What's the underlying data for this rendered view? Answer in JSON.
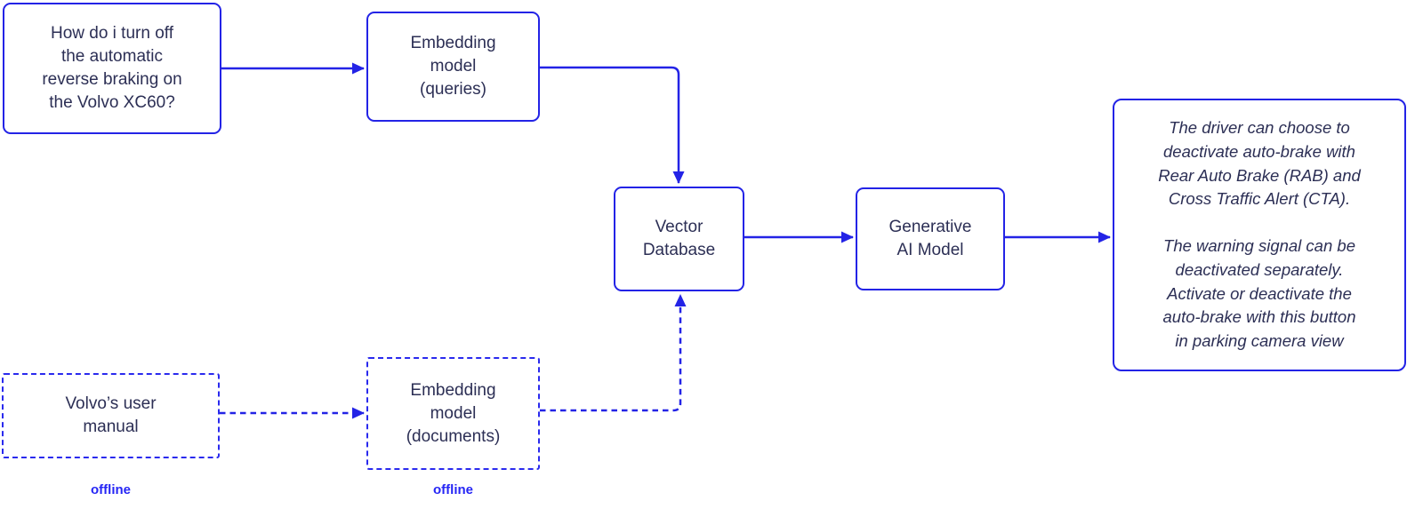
{
  "diagram": {
    "description": "RAG pipeline flowchart",
    "colors": {
      "line_blue": "#2323e6",
      "text_navy": "#2c2f55",
      "offline_blue": "#2626f5",
      "background": "#ffffff"
    },
    "nodes": {
      "query": {
        "label": "How do i turn off\nthe automatic\nreverse braking on\nthe Volvo XC60?",
        "style": "solid"
      },
      "embedding_queries": {
        "label": "Embedding\nmodel\n(queries)",
        "style": "solid"
      },
      "vector_database": {
        "label": "Vector\nDatabase",
        "style": "solid"
      },
      "generative_ai": {
        "label": "Generative\nAI Model",
        "style": "solid"
      },
      "answer": {
        "paragraphs": [
          "The driver can choose to\ndeactivate auto-brake with\nRear Auto Brake (RAB) and\nCross Traffic Alert (CTA).",
          "The warning signal can be\ndeactivated separately.\nActivate or deactivate the\nauto-brake with this button\nin parking camera view"
        ],
        "style": "solid-italic"
      },
      "user_manual": {
        "label": "Volvo’s user\nmanual",
        "style": "dashed",
        "caption": "offline"
      },
      "embedding_documents": {
        "label": "Embedding\nmodel\n(documents)",
        "style": "dashed",
        "caption": "offline"
      }
    },
    "edges": [
      {
        "from": "query",
        "to": "embedding_queries",
        "style": "solid"
      },
      {
        "from": "embedding_queries",
        "to": "vector_database",
        "style": "solid"
      },
      {
        "from": "vector_database",
        "to": "generative_ai",
        "style": "solid"
      },
      {
        "from": "generative_ai",
        "to": "answer",
        "style": "solid"
      },
      {
        "from": "user_manual",
        "to": "embedding_documents",
        "style": "dashed"
      },
      {
        "from": "embedding_documents",
        "to": "vector_database",
        "style": "dashed"
      }
    ]
  }
}
